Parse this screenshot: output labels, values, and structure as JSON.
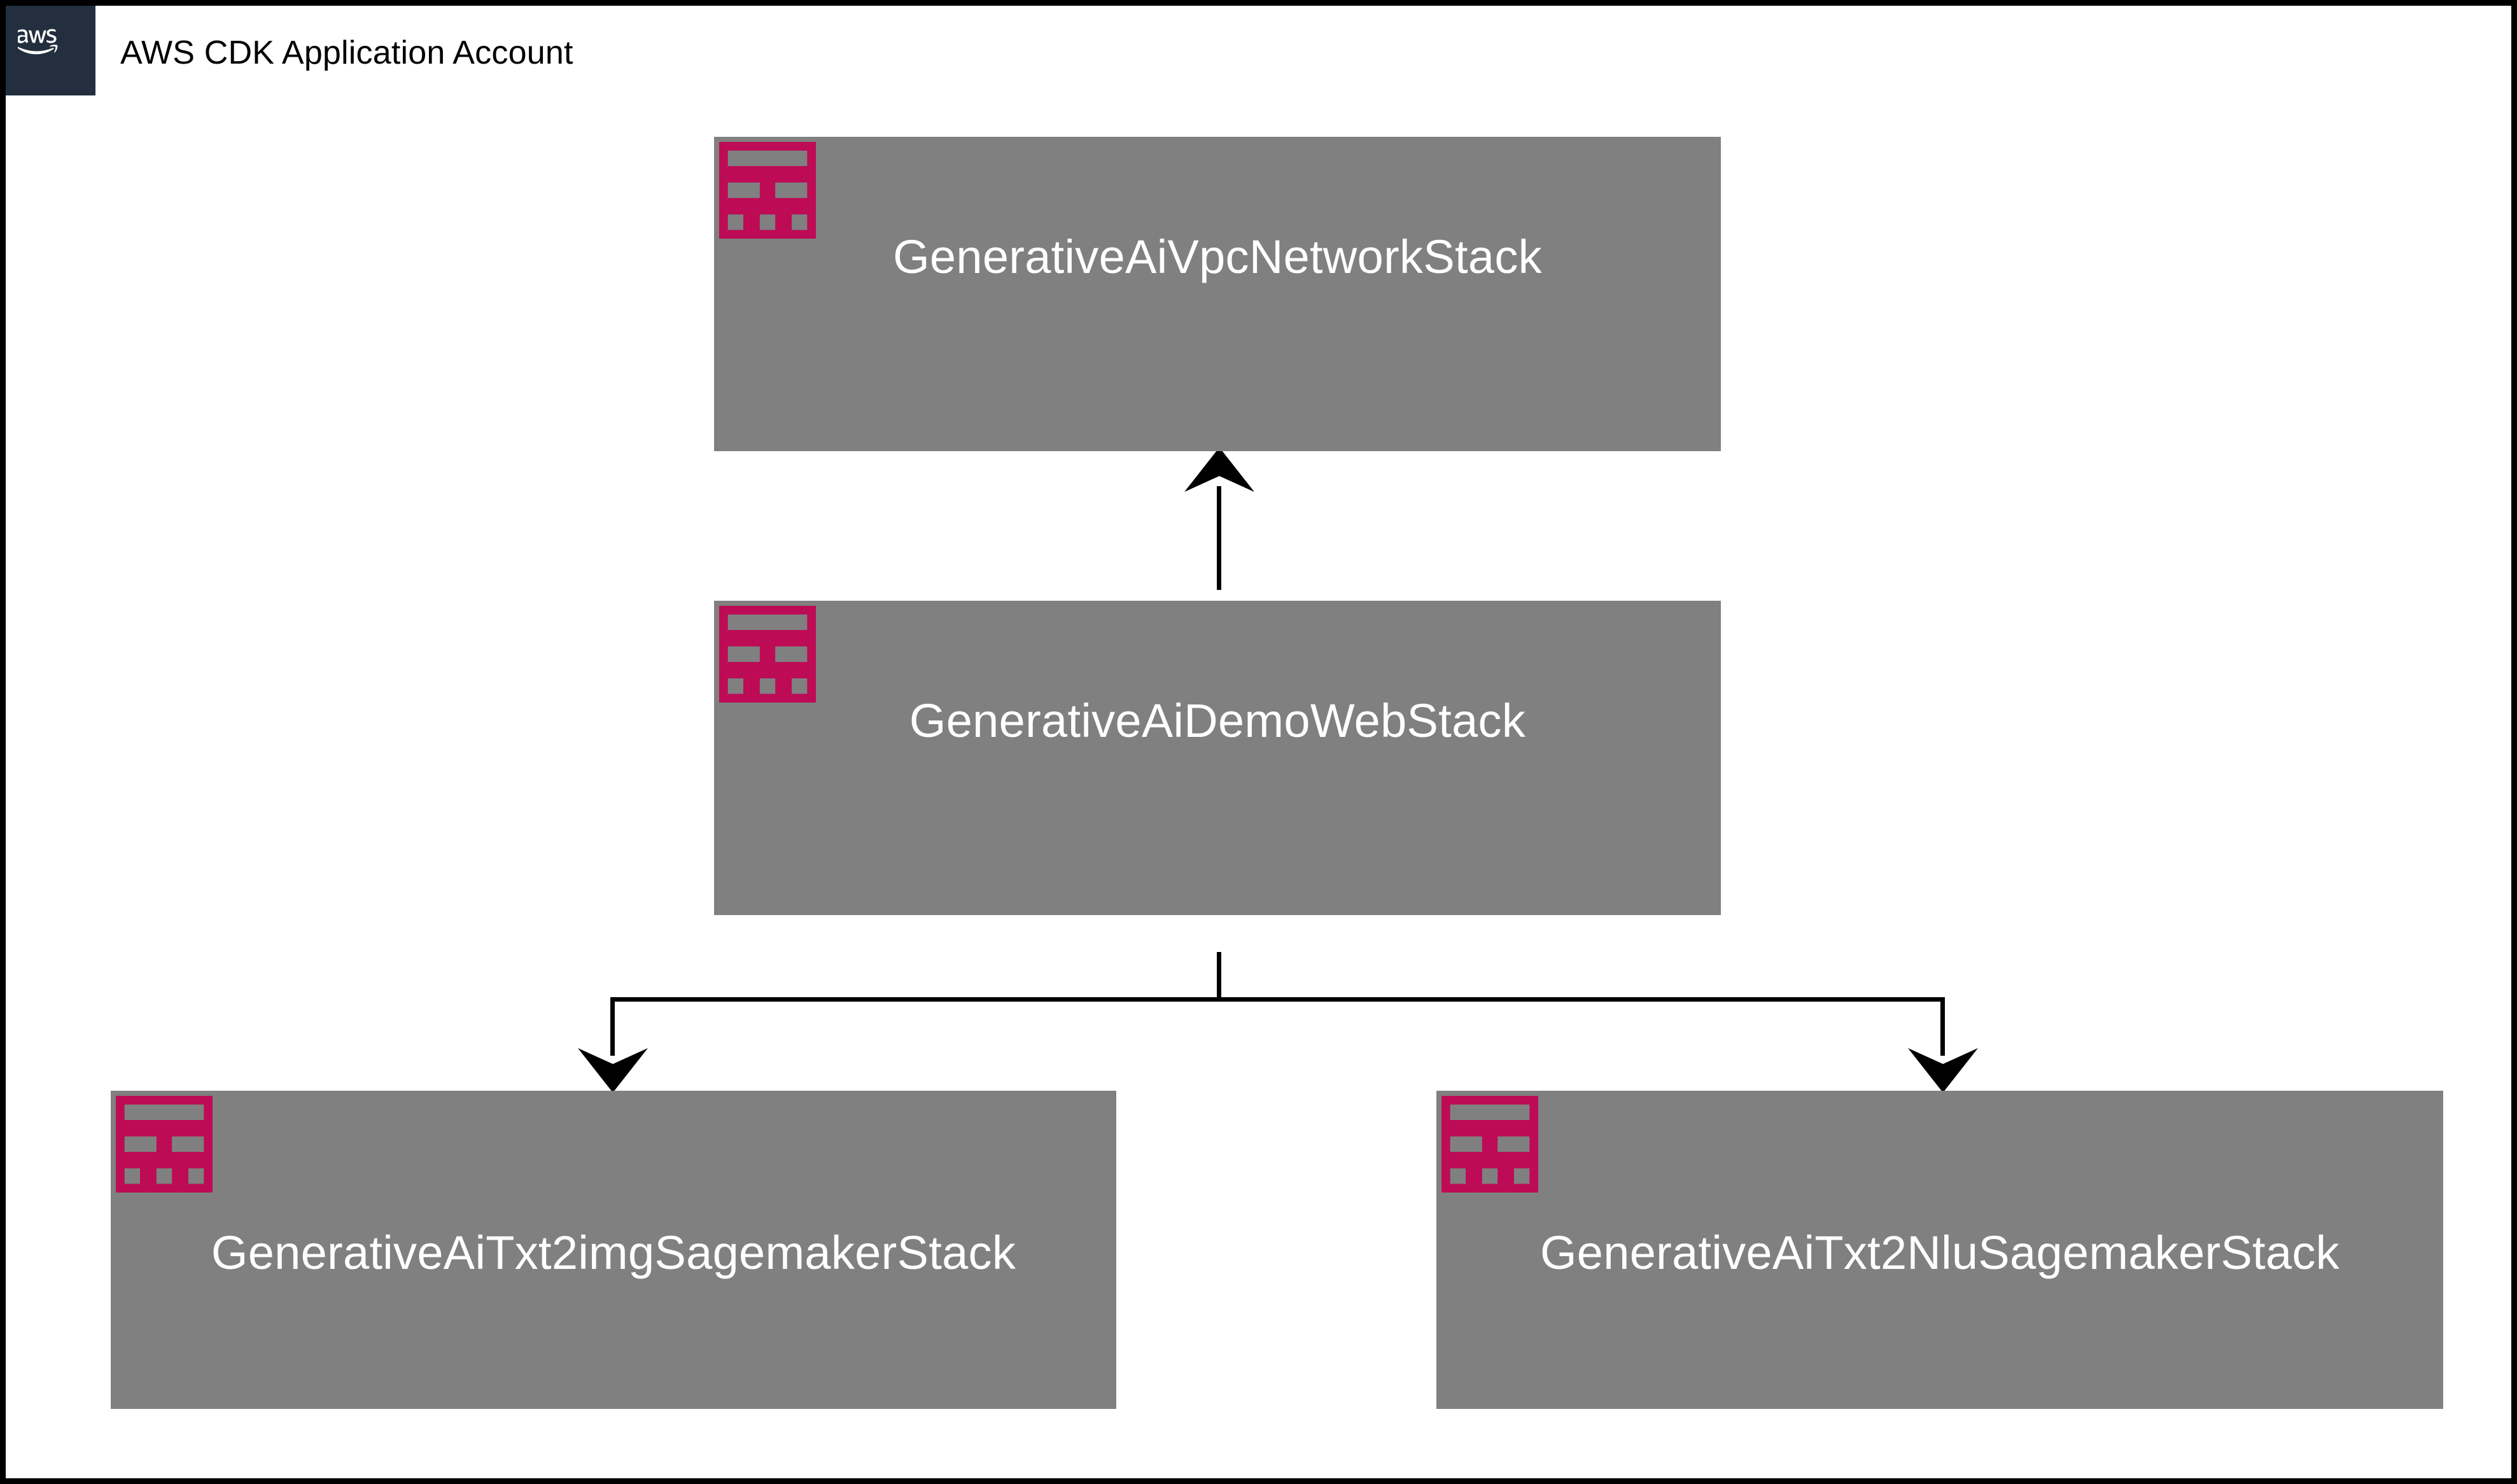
{
  "header": {
    "logo_icon": "aws-logo-icon",
    "title": "AWS CDK Application Account"
  },
  "colors": {
    "account_badge": "#232F3E",
    "stack_fill": "#808080",
    "stack_icon": "#BD0B55",
    "stack_label": "#FFFFFF",
    "connector": "#000000",
    "canvas_border": "#000000",
    "background": "#FFFFFF"
  },
  "diagram": {
    "type": "cdk-stack-dependency-diagram",
    "icon_name": "cloudformation-stack-icon",
    "stacks": [
      {
        "id": "vpc-network",
        "label": "GenerativeAiVpcNetworkStack",
        "position": "top-center"
      },
      {
        "id": "demo-web",
        "label": "GenerativeAiDemoWebStack",
        "position": "middle-center"
      },
      {
        "id": "txt2img-sagemaker",
        "label": "GenerativeAiTxt2imgSagemakerStack",
        "position": "bottom-left"
      },
      {
        "id": "txt2nlu-sagemaker",
        "label": "GenerativeAiTxt2NluSagemakerStack",
        "position": "bottom-right"
      }
    ],
    "connections": [
      {
        "from": "demo-web",
        "to": "vpc-network",
        "direction": "up"
      },
      {
        "from": "demo-web",
        "to": "txt2img-sagemaker",
        "direction": "down-left"
      },
      {
        "from": "demo-web",
        "to": "txt2nlu-sagemaker",
        "direction": "down-right"
      }
    ]
  }
}
